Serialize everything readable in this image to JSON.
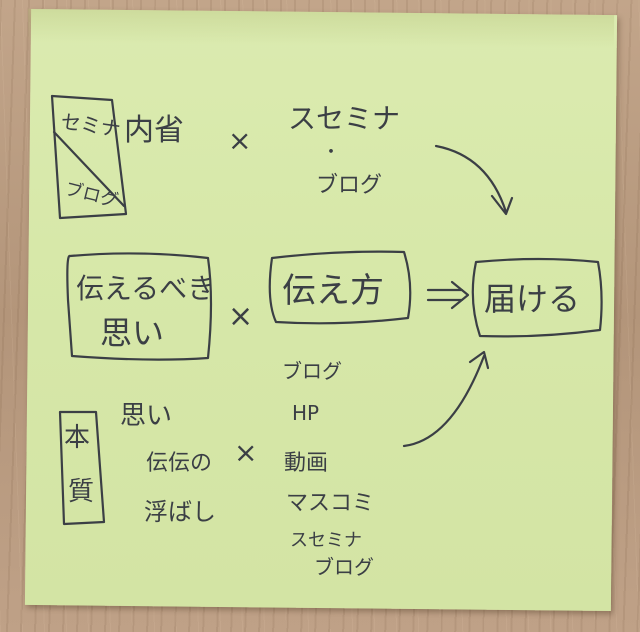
{
  "note": {
    "paper_color": "#d8e9aa",
    "ink_color": "#3b3f45",
    "top_row": {
      "side_box": [
        "セミナ",
        "ブログ"
      ],
      "left": "内省",
      "times": "×",
      "right_top": "スセミナ",
      "right_dot": "・",
      "right_bottom": "ブログ"
    },
    "middle_row": {
      "box1_line1": "伝えるべき",
      "box1_line2": "思い",
      "times": "×",
      "box2": "伝え方",
      "arrow": "⇒",
      "box3": "届ける"
    },
    "bottom_row": {
      "side_box": "本質",
      "left_items": [
        "思い",
        "伝伝の",
        "浮ばし"
      ],
      "times": "×",
      "right_items": [
        "ブログ",
        "HP",
        "動画",
        "マスコミ",
        "スセミナ",
        "ブログ"
      ]
    }
  }
}
